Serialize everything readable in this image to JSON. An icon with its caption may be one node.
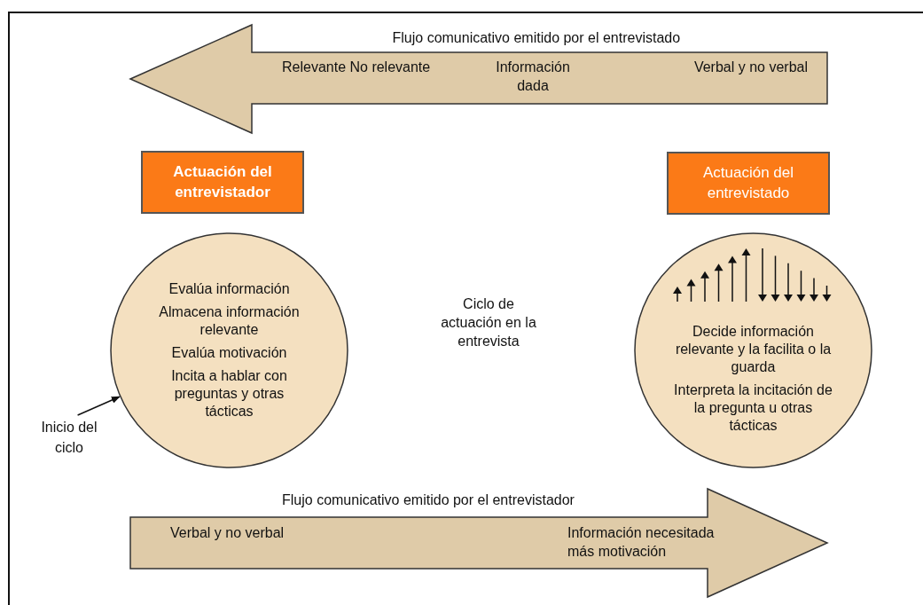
{
  "diagram": {
    "nodes": [
      {
        "text": [
          "Flujo comunicativo emitido por el entrevistado",
          "Relevante No relevante",
          "Información dada",
          "Verbal y no verbal"
        ]
      },
      {
        "text": [
          "Actuación del entrevistador"
        ]
      },
      {
        "text": [
          "Actuación del entrevistado"
        ]
      },
      {
        "text": [
          "Evalúa información",
          "Almacena información relevante",
          "Evalúa motivación",
          "Incita a hablar con preguntas y otras tácticas"
        ]
      },
      {
        "text": [
          "Decide información relevante y la facilita o la guarda",
          "Interpreta la incitación de la pregunta u otras tácticas"
        ]
      },
      {
        "text": [
          "Inicio del ciclo"
        ]
      },
      {
        "text": [
          "Flujo comunicativo emitido por el entrevistador",
          "Verbal y no verbal",
          "Información necesitada más motivación"
        ]
      }
    ],
    "edges": [
      {
        "from": 5,
        "to": 3,
        "arrow": "to"
      }
    ],
    "labels": [
      "Ciclo de actuación en la entrevista"
    ]
  }
}
